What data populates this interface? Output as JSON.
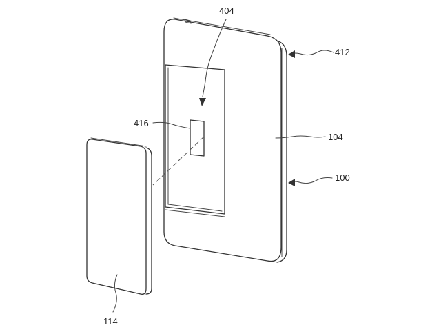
{
  "labels": {
    "ref_404": "404",
    "ref_412": "412",
    "ref_416": "416",
    "ref_104": "104",
    "ref_100": "100",
    "ref_114": "114"
  }
}
